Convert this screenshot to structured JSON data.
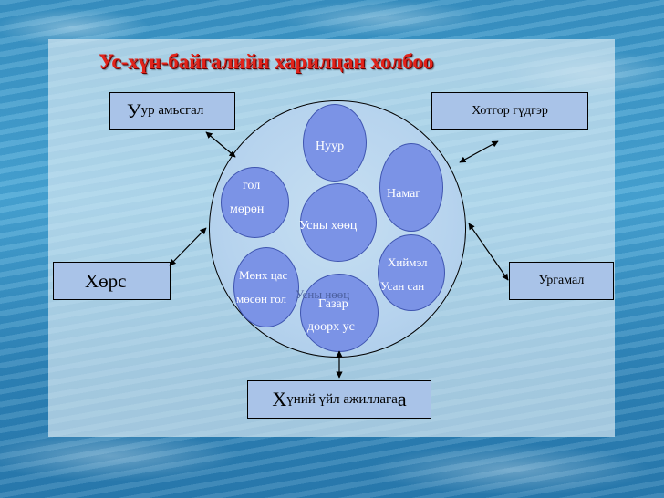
{
  "title": "Ус-хүн-байгалийн харилцан холбоо",
  "boxes": {
    "air_cap": "У",
    "air_rest": "ур амьсгал",
    "city": "Хотгор гүдгэр",
    "soil": "Хөрс",
    "plant": "Ургамал",
    "human_cap": "Х",
    "human_mid": "үний үйл ажиллага",
    "human_end": "а"
  },
  "bubbles": {
    "lake": "Нуур",
    "river_1": "гол",
    "river_2": "мөрөн",
    "center": "Усны хөөц",
    "marsh": "Намаг",
    "reservoir_1": "Хиймэл",
    "reservoir_2": "Усан сан",
    "glacier_1": "Мөнх цас",
    "glacier_2": "мөсөн гол",
    "ground_1": "Газар",
    "ground_2": "доорх ус",
    "overlap": "Усны нөөц"
  },
  "colors": {
    "title": "#e2231a",
    "box_fill": "#a9c3e8",
    "bubble_fill": "#7b93e6",
    "circle_fill": "#b6d3ee"
  }
}
